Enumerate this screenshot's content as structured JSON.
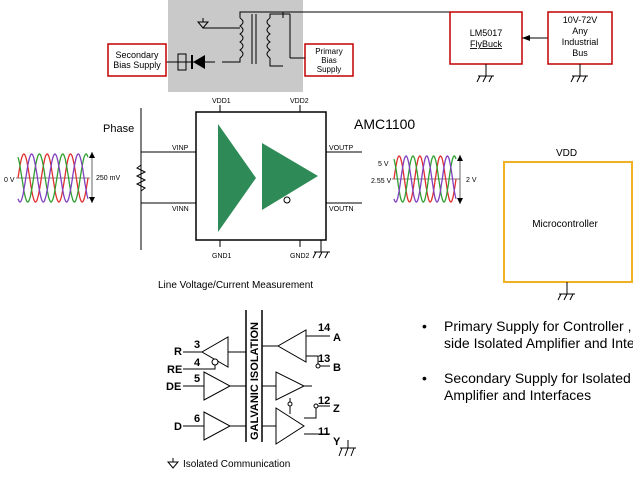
{
  "power": {
    "lm5017_line1": "LM5017",
    "lm5017_line2": "FlyBuck",
    "bus_line1": "10V-72V",
    "bus_line2": "Any",
    "bus_line3": "Industrial",
    "bus_line4": "Bus",
    "secondary_line1": "Secondary",
    "secondary_line2": "Bias Supply",
    "primary_line1": "Primary",
    "primary_line2": "Bias",
    "primary_line3": "Supply"
  },
  "amc": {
    "title": "AMC1100",
    "phase_label": "Phase",
    "vdd1": "VDD1",
    "vdd2": "VDD2",
    "gnd1": "GND1",
    "gnd2": "GND2",
    "vinp": "VINP",
    "vinn": "VINN",
    "voutp": "VOUTP",
    "voutn": "VOUTN",
    "in_zero": "0 V",
    "in_amp": "250 mV",
    "out_5v": "5 V",
    "out_255v": "2.55 V",
    "out_2v": "2 V",
    "caption": "Line Voltage/Current Measurement"
  },
  "mcu": {
    "vdd": "VDD",
    "label": "Microcontroller"
  },
  "isolation": {
    "barrier": "GALVANIC ISOLATION",
    "r": "R",
    "re": "RE",
    "de": "DE",
    "d": "D",
    "pin3": "3",
    "pin4": "4",
    "pin5": "5",
    "pin6": "6",
    "pin14": "14",
    "pin13": "13",
    "pin12": "12",
    "pin11": "11",
    "a": "A",
    "b": "B",
    "z": "Z",
    "y": "Y",
    "caption": "Isolated Communication"
  },
  "bullets": {
    "item1_line1": "Primary Supply for Controller ,",
    "item1_line2": "side Isolated Amplifier and Inte",
    "item2_line1": "Secondary Supply for Isolated",
    "item2_line2": "Amplifier and Interfaces"
  },
  "colors": {
    "amp_green": "#2e8b57",
    "panel_gray": "#c9c9c9",
    "box_red": "#c00000",
    "mcu_orange": "#f0b020",
    "wave_red": "#e03030",
    "wave_green": "#30a030",
    "wave_violet": "#8040c0"
  }
}
